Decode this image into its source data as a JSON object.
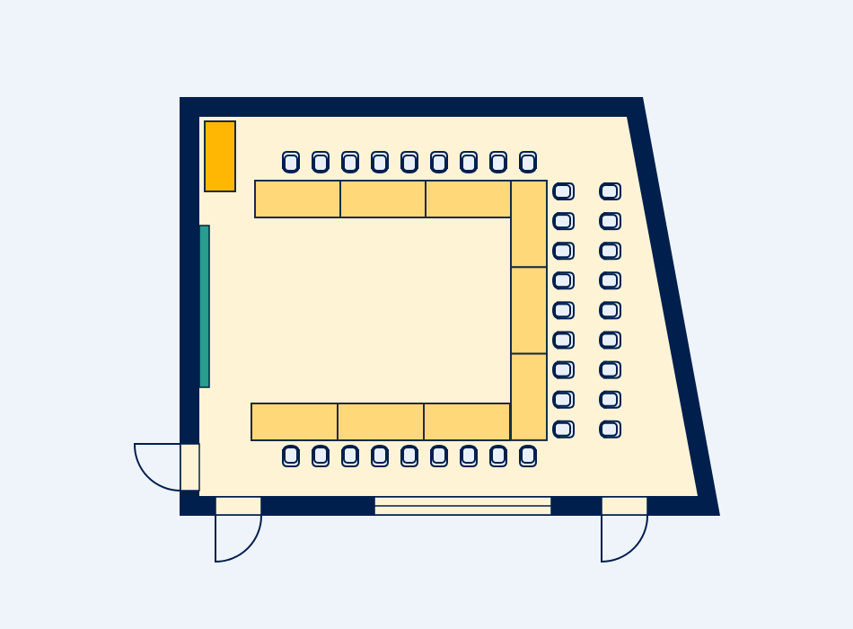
{
  "colors": {
    "background": "#eff4fa",
    "wall": "#001f4d",
    "floor": "#fff3d6",
    "table": "#ffd87a",
    "cabinet": "#ffb703",
    "board": "#2a9d8f",
    "chair_fill": "#e9f0f8"
  },
  "layout": {
    "type": "u-shape conference room",
    "top_row_chairs": 9,
    "bottom_row_chairs": 9,
    "right_inner_column_chairs": 9,
    "right_outer_column_chairs": 9,
    "top_table_segments": 3,
    "bottom_table_segments": 3,
    "side_table_segments": 3,
    "doors": 3,
    "windows": 1
  }
}
